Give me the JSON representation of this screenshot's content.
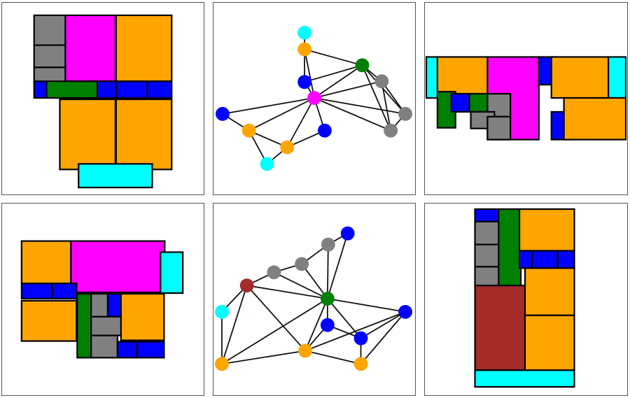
{
  "colors": {
    "living": "#ff00ff",
    "bedroom": "#ffa500",
    "bathroom": "#808080",
    "closet": "#0000ff",
    "corridor": "#008000",
    "balcony": "#00ffff",
    "kitchen": "#a52a2a",
    "outline": "#000000",
    "edge": "#111111"
  },
  "panels": [
    {
      "id": "plan-1",
      "kind": "floorplan",
      "rooms": [
        {
          "type": "bathroom"
        },
        {
          "type": "bathroom"
        },
        {
          "type": "bathroom"
        },
        {
          "type": "living"
        },
        {
          "type": "bedroom"
        },
        {
          "type": "closet"
        },
        {
          "type": "corridor"
        },
        {
          "type": "closet"
        },
        {
          "type": "closet"
        },
        {
          "type": "closet"
        },
        {
          "type": "bedroom"
        },
        {
          "type": "bedroom"
        },
        {
          "type": "balcony"
        }
      ]
    },
    {
      "id": "graph-1",
      "kind": "graph",
      "nodes": [
        {
          "type": "balcony"
        },
        {
          "type": "bedroom"
        },
        {
          "type": "corridor"
        },
        {
          "type": "closet"
        },
        {
          "type": "living"
        },
        {
          "type": "bathroom"
        },
        {
          "type": "bathroom"
        },
        {
          "type": "bathroom"
        },
        {
          "type": "closet"
        },
        {
          "type": "bedroom"
        },
        {
          "type": "closet"
        },
        {
          "type": "bedroom"
        },
        {
          "type": "balcony"
        }
      ],
      "edges": [
        [
          0,
          1
        ],
        [
          1,
          3
        ],
        [
          1,
          4
        ],
        [
          1,
          2
        ],
        [
          3,
          4
        ],
        [
          4,
          2
        ],
        [
          2,
          5
        ],
        [
          2,
          6
        ],
        [
          2,
          7
        ],
        [
          4,
          5
        ],
        [
          4,
          6
        ],
        [
          4,
          7
        ],
        [
          5,
          6
        ],
        [
          5,
          7
        ],
        [
          6,
          7
        ],
        [
          4,
          8
        ],
        [
          4,
          9
        ],
        [
          4,
          10
        ],
        [
          4,
          11
        ],
        [
          8,
          9
        ],
        [
          9,
          12
        ],
        [
          9,
          11
        ],
        [
          11,
          12
        ],
        [
          10,
          11
        ],
        [
          2,
          3
        ]
      ]
    },
    {
      "id": "plan-2",
      "kind": "floorplan",
      "rooms": [
        {
          "type": "balcony"
        },
        {
          "type": "bedroom"
        },
        {
          "type": "living"
        },
        {
          "type": "closet"
        },
        {
          "type": "bedroom"
        },
        {
          "type": "balcony"
        },
        {
          "type": "corridor"
        },
        {
          "type": "closet"
        },
        {
          "type": "corridor"
        },
        {
          "type": "bathroom"
        },
        {
          "type": "bathroom"
        },
        {
          "type": "bathroom"
        },
        {
          "type": "closet"
        },
        {
          "type": "bedroom"
        }
      ]
    },
    {
      "id": "plan-3",
      "kind": "floorplan",
      "rooms": [
        {
          "type": "bedroom"
        },
        {
          "type": "living"
        },
        {
          "type": "balcony"
        },
        {
          "type": "closet"
        },
        {
          "type": "closet"
        },
        {
          "type": "bedroom"
        },
        {
          "type": "corridor"
        },
        {
          "type": "bathroom"
        },
        {
          "type": "closet"
        },
        {
          "type": "bathroom"
        },
        {
          "type": "bathroom"
        },
        {
          "type": "bedroom"
        },
        {
          "type": "closet"
        },
        {
          "type": "closet"
        }
      ]
    },
    {
      "id": "graph-2",
      "kind": "graph",
      "nodes": [
        {
          "type": "closet"
        },
        {
          "type": "bathroom"
        },
        {
          "type": "bathroom"
        },
        {
          "type": "bathroom"
        },
        {
          "type": "kitchen"
        },
        {
          "type": "corridor"
        },
        {
          "type": "balcony"
        },
        {
          "type": "bedroom"
        },
        {
          "type": "closet"
        },
        {
          "type": "closet"
        },
        {
          "type": "bedroom"
        },
        {
          "type": "closet"
        },
        {
          "type": "bedroom"
        }
      ],
      "edges": [
        [
          0,
          1
        ],
        [
          0,
          5
        ],
        [
          1,
          2
        ],
        [
          1,
          5
        ],
        [
          2,
          3
        ],
        [
          2,
          5
        ],
        [
          3,
          4
        ],
        [
          3,
          5
        ],
        [
          4,
          5
        ],
        [
          4,
          6
        ],
        [
          4,
          7
        ],
        [
          4,
          10
        ],
        [
          6,
          7
        ],
        [
          7,
          10
        ],
        [
          5,
          7
        ],
        [
          5,
          8
        ],
        [
          5,
          9
        ],
        [
          5,
          10
        ],
        [
          5,
          11
        ],
        [
          8,
          9
        ],
        [
          8,
          10
        ],
        [
          9,
          11
        ],
        [
          10,
          11
        ],
        [
          10,
          12
        ],
        [
          11,
          12
        ],
        [
          9,
          12
        ]
      ]
    },
    {
      "id": "plan-4",
      "kind": "floorplan",
      "rooms": [
        {
          "type": "closet"
        },
        {
          "type": "bathroom"
        },
        {
          "type": "bathroom"
        },
        {
          "type": "bathroom"
        },
        {
          "type": "corridor"
        },
        {
          "type": "bedroom"
        },
        {
          "type": "closet"
        },
        {
          "type": "closet"
        },
        {
          "type": "closet"
        },
        {
          "type": "kitchen"
        },
        {
          "type": "bedroom"
        },
        {
          "type": "bedroom"
        },
        {
          "type": "balcony"
        }
      ]
    }
  ]
}
